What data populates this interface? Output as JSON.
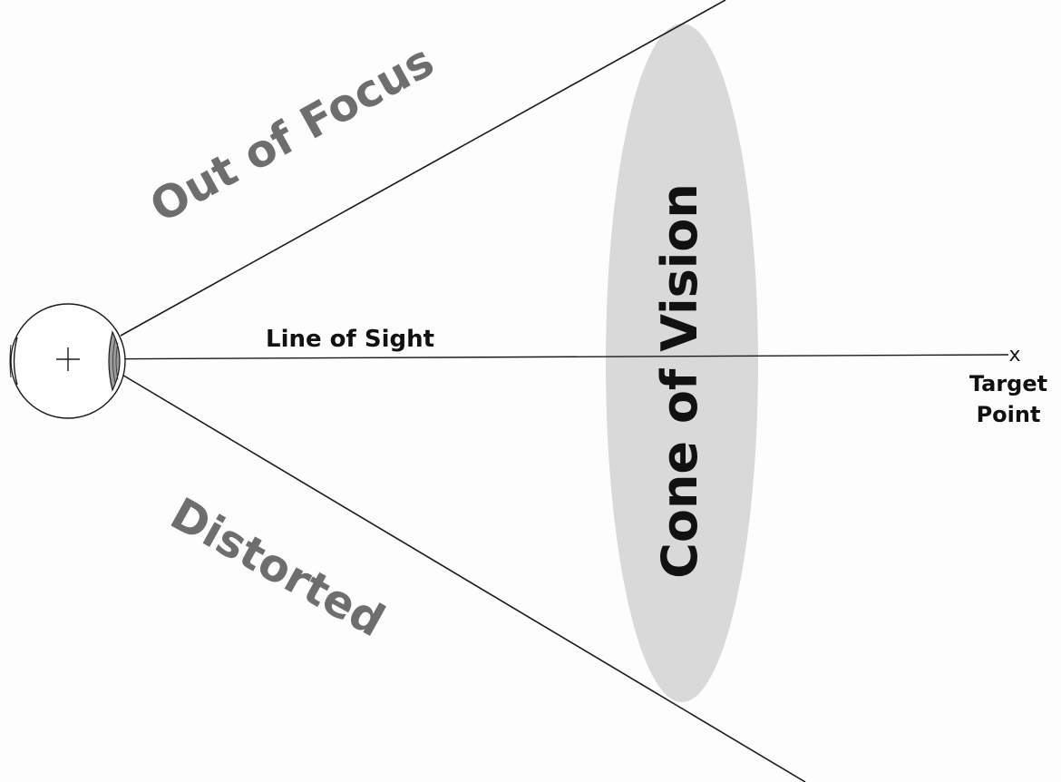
{
  "labels": {
    "out_of_focus": "Out of Focus",
    "distorted": "Distorted",
    "cone_of_vision": "Cone of Vision",
    "line_of_sight": "Line of Sight",
    "target_marker": "x",
    "target_line1": "Target",
    "target_line2": "Point"
  },
  "icons": {
    "eye": "eye-icon",
    "crosshair": "crosshair-icon"
  },
  "colors": {
    "background": "#fdfdfd",
    "lines": "#1a1a1a",
    "cone_fill": "#d9d9d9",
    "gray_text": "#6e6e6e",
    "black_text": "#111111"
  }
}
